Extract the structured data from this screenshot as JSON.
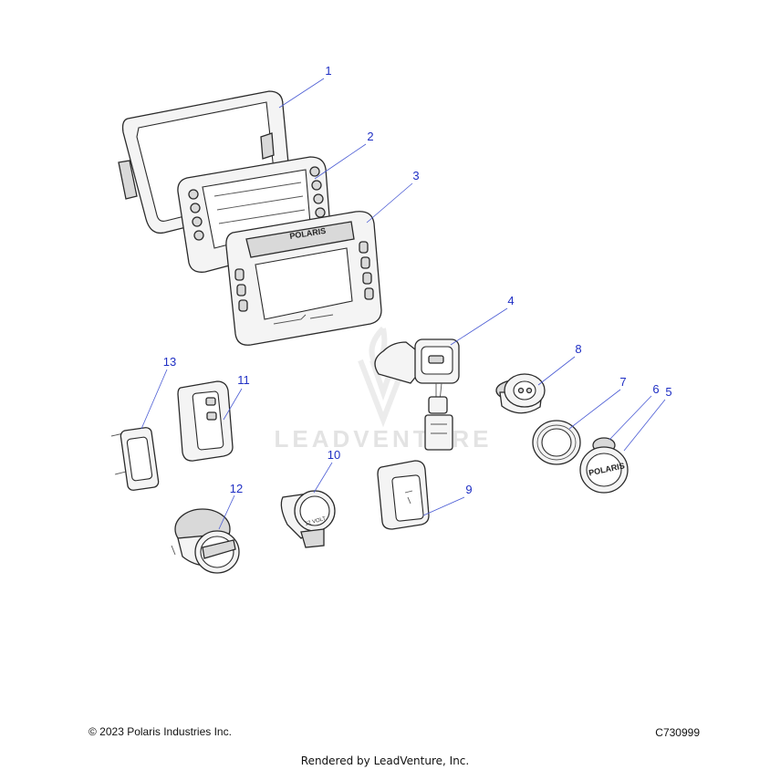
{
  "watermark": {
    "text": "LEADVENTURE"
  },
  "callouts": [
    {
      "id": "1",
      "label": "1"
    },
    {
      "id": "2",
      "label": "2"
    },
    {
      "id": "3",
      "label": "3"
    },
    {
      "id": "4",
      "label": "4"
    },
    {
      "id": "5",
      "label": "5"
    },
    {
      "id": "6",
      "label": "6"
    },
    {
      "id": "7",
      "label": "7"
    },
    {
      "id": "8",
      "label": "8"
    },
    {
      "id": "9",
      "label": "9"
    },
    {
      "id": "10",
      "label": "10"
    },
    {
      "id": "11",
      "label": "11"
    },
    {
      "id": "12",
      "label": "12"
    },
    {
      "id": "13",
      "label": "13"
    }
  ],
  "part_markings": {
    "bezel_brand": "POLARIS",
    "socket_cover_brand": "POLARIS",
    "outlet_label": "12 VOLT"
  },
  "footer": {
    "copyright": "© 2023 Polaris Industries Inc.",
    "diagram_code": "C730999",
    "rendered_by": "Rendered by LeadVenture, Inc."
  },
  "colors": {
    "callout": "#1f2fc4",
    "leader": "#4a5bd4",
    "line_art": "#2a2a2a"
  }
}
